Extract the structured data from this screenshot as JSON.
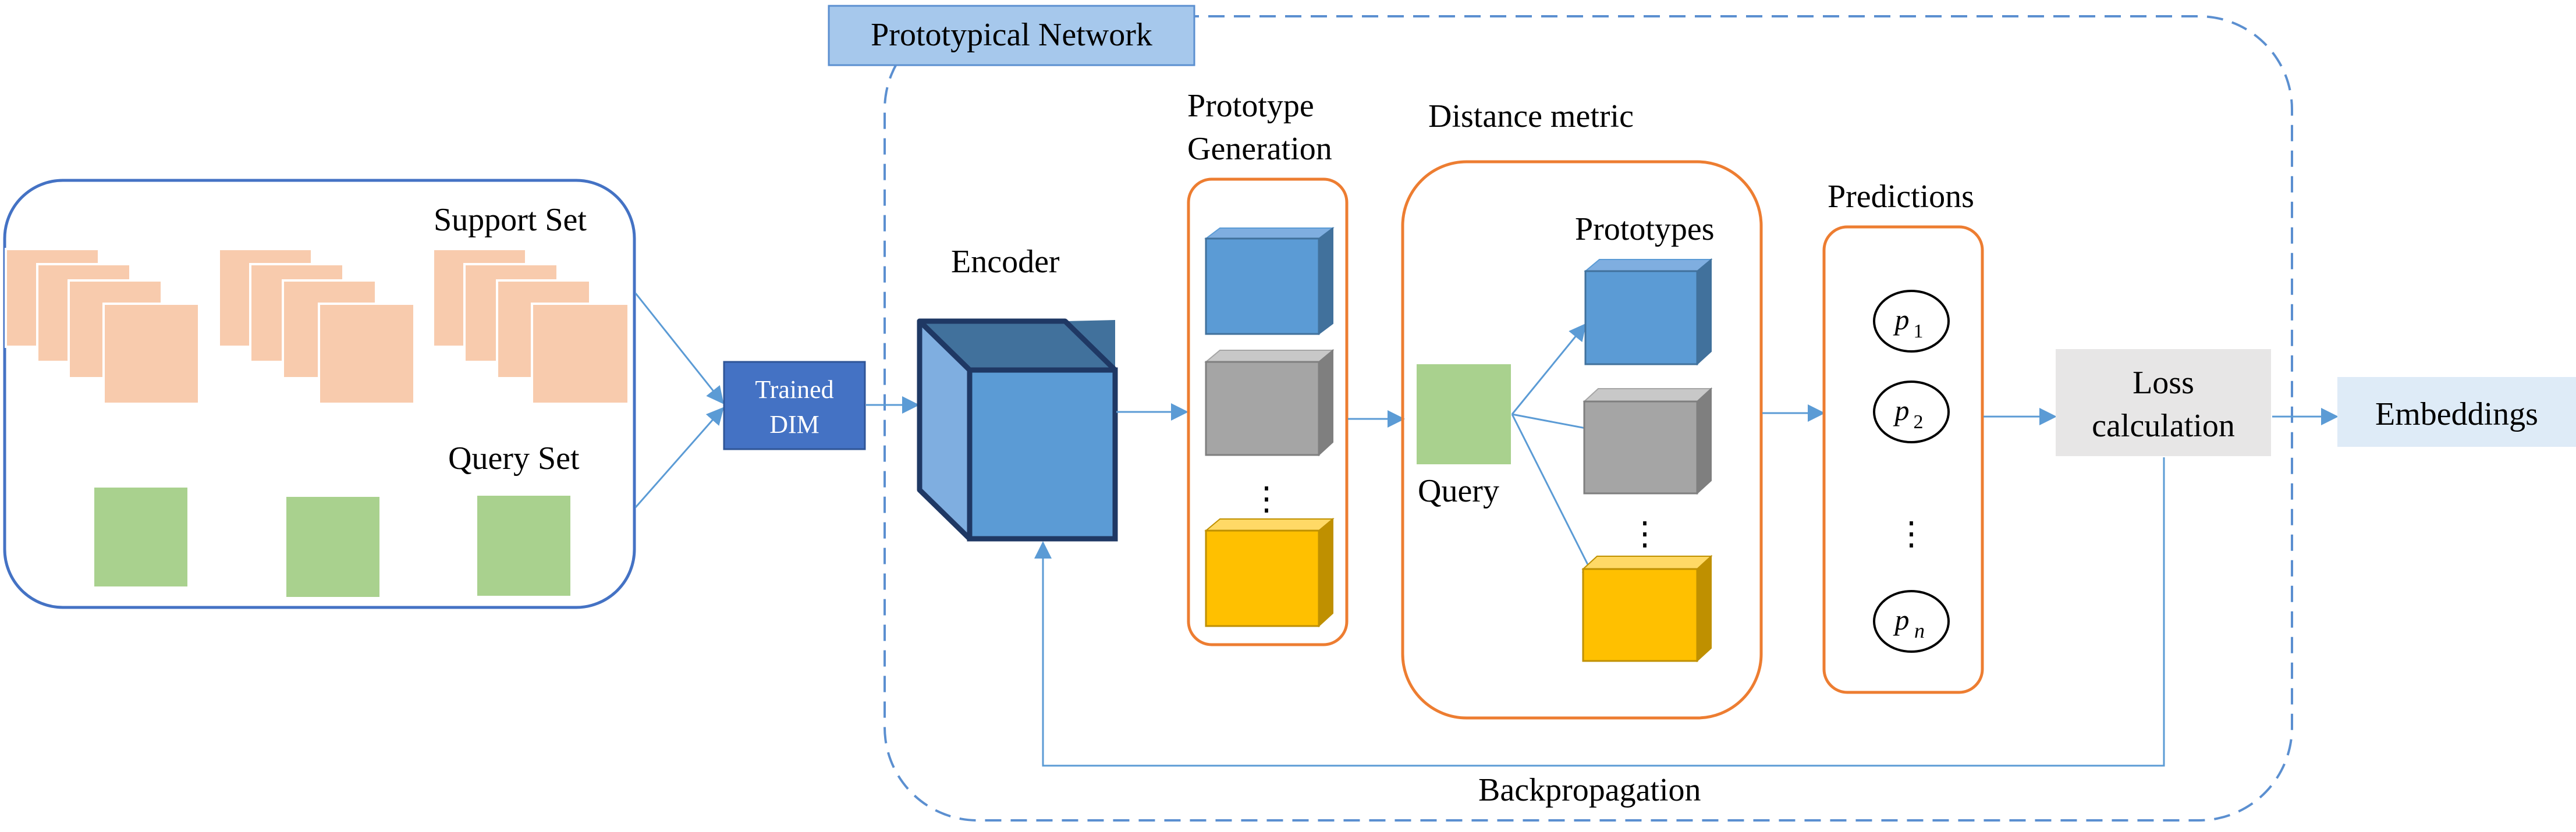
{
  "colors": {
    "support_peach": "#F8CBAD",
    "query_green": "#A9D18E",
    "cube_blue": "#5B9BD5",
    "cube_gray": "#A5A5A5",
    "cube_gold": "#FFC000",
    "orange_border": "#ED7D31",
    "blue_border": "#4472C4",
    "dashed_blue": "#5B8FD0",
    "trained_dim_fill": "#4472C4",
    "loss_fill": "#E7E6E6",
    "embeddings_fill": "#DEEBF7",
    "arrow": "#5B9BD5"
  },
  "labels": {
    "network_title": "Prototypical Network",
    "support_set": "Support Set",
    "query_set": "Query Set",
    "trained_dim_line1": "Trained",
    "trained_dim_line2": "DIM",
    "encoder": "Encoder",
    "prototype_generation_line1": "Prototype",
    "prototype_generation_line2": "Generation",
    "distance_metric": "Distance metric",
    "prototypes": "Prototypes",
    "query": "Query",
    "predictions": "Predictions",
    "loss_line1": "Loss",
    "loss_line2": "calculation",
    "embeddings": "Embeddings",
    "backpropagation": "Backpropagation",
    "ellipsis": "⋮"
  },
  "predictions": [
    {
      "symbol": "p",
      "subscript": "1"
    },
    {
      "symbol": "p",
      "subscript": "2"
    },
    {
      "symbol": "p",
      "subscript": "n"
    }
  ],
  "icons": {
    "encoder": "cube-icon",
    "prototypes": "cube-icon",
    "support_images": "stacked-square-icon",
    "query_images": "square-icon"
  }
}
